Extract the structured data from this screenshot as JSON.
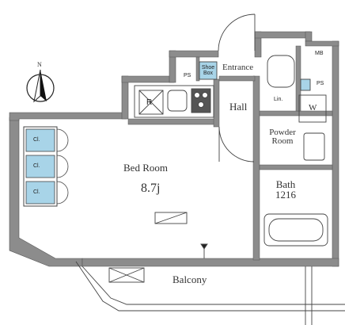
{
  "rooms": {
    "bedroom": "Bed Room",
    "bedroom_size": "8.7j",
    "hall": "Hall",
    "entrance": "Entrance",
    "powder_room_line1": "Powder",
    "powder_room_line2": "Room",
    "bath_line1": "Bath",
    "bath_line2": "1216",
    "balcony": "Balcony"
  },
  "fixtures": {
    "ps": "PS",
    "mb": "MB",
    "shoe_box_line1": "Shoe",
    "shoe_box_line2": "Box",
    "closet": "Cl.",
    "linen": "Lin.",
    "washer": "W",
    "refrigerator": "R"
  },
  "compass": {
    "north": "N"
  },
  "colors": {
    "wall": "#8c8c8c",
    "wall_dark": "#6e6e6e",
    "storage": "#a8d4e8",
    "line": "#444444"
  }
}
